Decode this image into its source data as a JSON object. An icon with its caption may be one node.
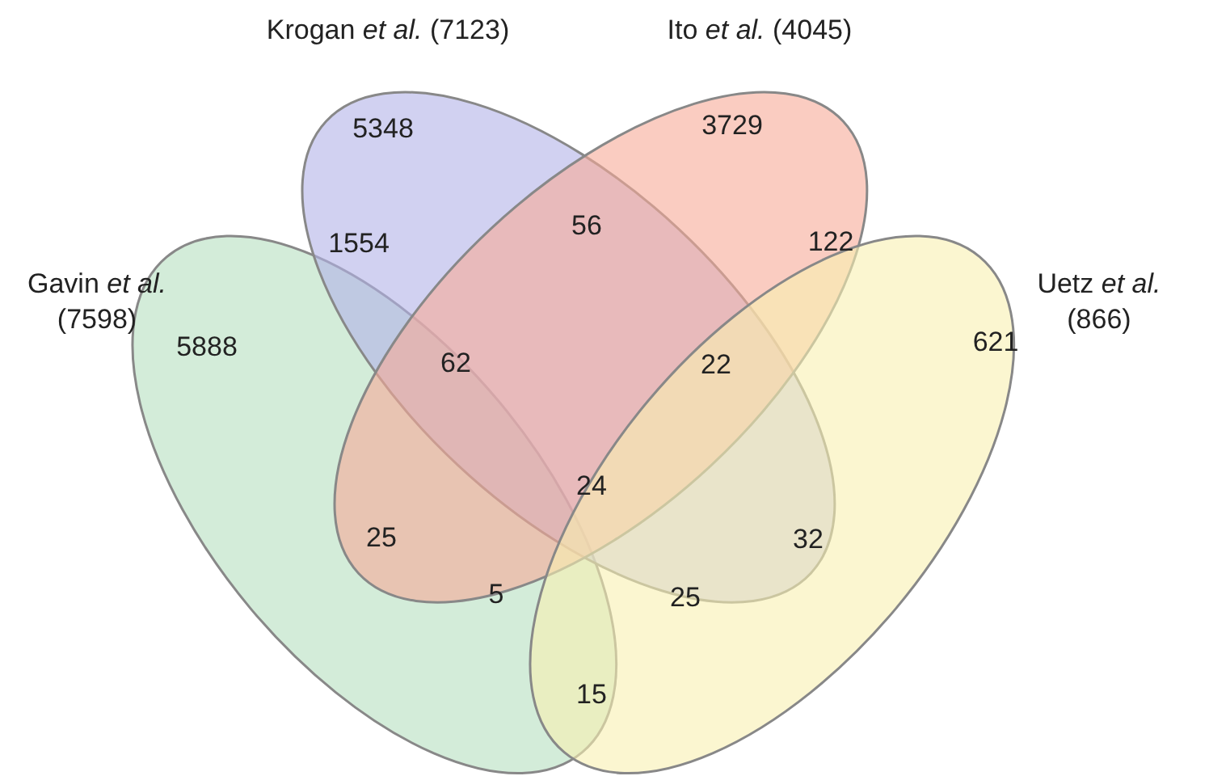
{
  "diagram": {
    "nodes": [
      {
        "text": [
          "Gavin *et al.* (7598)"
        ]
      },
      {
        "text": [
          "Krogan *et al.* (7123)"
        ]
      },
      {
        "text": [
          "Ito *et al.* (4045)"
        ]
      },
      {
        "text": [
          "Uetz *et al.* (866)"
        ]
      }
    ],
    "labels": [
      "5348",
      "3729",
      "56",
      "1554",
      "122",
      "5888",
      "621",
      "62",
      "22",
      "24",
      "25",
      "32",
      "5",
      "25",
      "15"
    ]
  }
}
